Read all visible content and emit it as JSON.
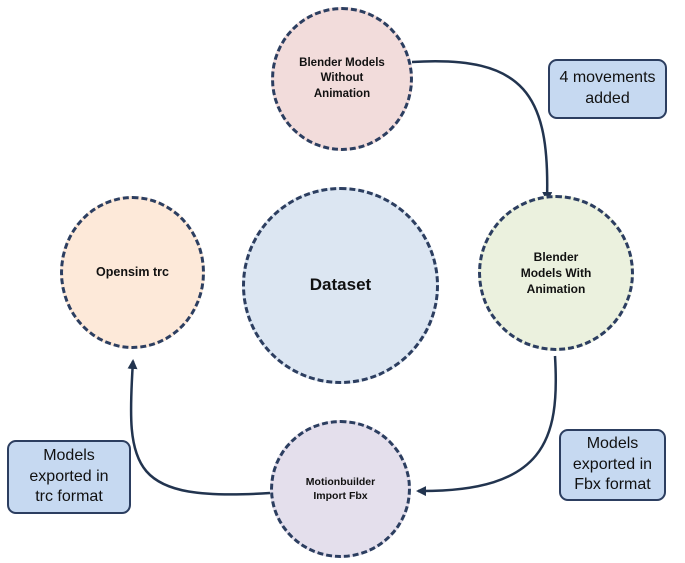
{
  "nodes": {
    "blender_without": "Blender Models\nWithout\nAnimation",
    "blender_with": "Blender\nModels With\nAnimation",
    "dataset": "Dataset",
    "motionbuilder": "Motionbuilder\nImport Fbx",
    "opensim": "Opensim trc"
  },
  "notes": {
    "movements": "4 movements\nadded",
    "fbx": "Models\nexported in\nFbx format",
    "trc": "Models\nexported in\ntrc format"
  },
  "colors": {
    "blender_without": "#f2dcdb",
    "blender_with": "#ebf1de",
    "dataset": "#dce6f2",
    "motionbuilder": "#e4dfec",
    "opensim": "#fde9d9",
    "note": "#c6d9f1",
    "outline": "#2c3e60"
  }
}
